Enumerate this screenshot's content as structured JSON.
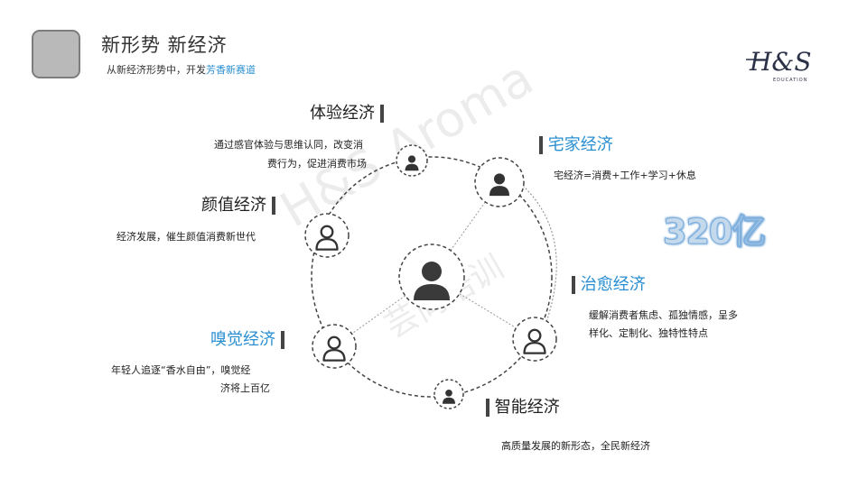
{
  "header": {
    "title": "新形势 新经济",
    "subtitle_prefix": "从新经济形势中，开发",
    "subtitle_highlight": "芳香新赛道"
  },
  "brand": {
    "logo_text": "H&S",
    "logo_sub": "EDUCATION"
  },
  "watermark": {
    "line1": "H&S Aroma",
    "line2": "芸尚培训"
  },
  "nodes": {
    "experience": {
      "title": "体验经济",
      "desc1": "通过感官体验与思维认同，改变消",
      "desc2": "费行为，促进消费市场"
    },
    "beauty": {
      "title": "颜值经济",
      "desc1": "经济发展，催生颜值消费新世代"
    },
    "smell": {
      "title": "嗅觉经济",
      "desc1": "年轻人追逐“香水自由”，嗅觉经",
      "desc2": "济将上百亿"
    },
    "home": {
      "title": "宅家经济",
      "desc1": "宅经济=消费+工作+学习+休息"
    },
    "healing": {
      "title": "治愈经济",
      "desc1": "缓解消费者焦虑、孤独情感，呈多",
      "desc2": "样化、定制化、独特性特点"
    },
    "smart": {
      "title": "智能经济",
      "desc1": "高质量发展的新形态，全民新经济"
    }
  },
  "highlight_value": "320亿",
  "colors": {
    "accent": "#2a8fd1",
    "dark_icon": "#3a3a3a"
  }
}
